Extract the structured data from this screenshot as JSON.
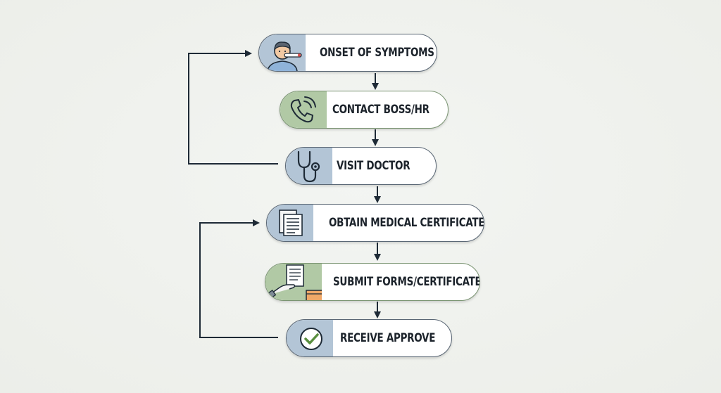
{
  "steps": [
    {
      "label": "ONSET OF SYMPTOMS",
      "icon": "sick-person-thermometer-icon",
      "color": "blue"
    },
    {
      "label": "CONTACT BOSS/HR",
      "icon": "phone-icon",
      "color": "green"
    },
    {
      "label": "VISIT DOCTOR",
      "icon": "stethoscope-icon",
      "color": "blue"
    },
    {
      "label": "OBTAIN MEDICAL CERTIFICATE",
      "icon": "document-icon",
      "color": "blue"
    },
    {
      "label": "SUBMIT FORMS/CERTIFICATE",
      "icon": "hand-submit-document-icon",
      "color": "green"
    },
    {
      "label": "RECEIVE APPROVE",
      "icon": "checkmark-icon",
      "color": "blue"
    }
  ],
  "colors": {
    "blue_accent": "#b3c5d6",
    "green_accent": "#b1c9a5",
    "arrow": "#1e2a36",
    "background": "#eff2ee"
  }
}
